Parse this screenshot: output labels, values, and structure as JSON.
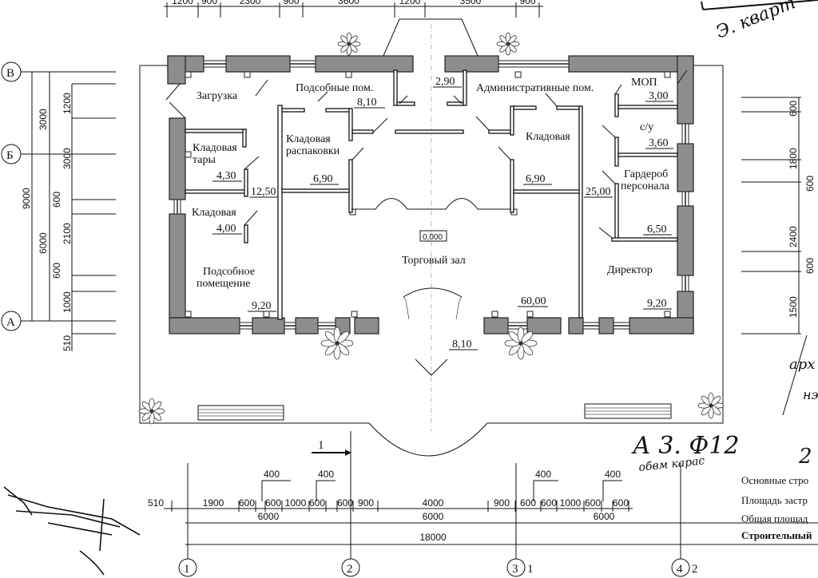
{
  "rooms": {
    "zagruzka": "Загрузка",
    "podsobnye": "Подсобные пом.",
    "podsobnye_area": "8,10",
    "small_area": "2,90",
    "admin": "Административные пом.",
    "mop": "МОП",
    "mop_area": "3,00",
    "kladovaya_tary_1": "Кладовая",
    "kladovaya_tary_2": "тары",
    "kladovaya_tary_area": "4,30",
    "corridor_area": "12,50",
    "raspakovki_1": "Кладовая",
    "raspakovki_2": "распаковки",
    "raspakovki_area": "6,90",
    "kladovaya_right": "Кладовая",
    "kladovaya_right_area": "6,90",
    "admin_corridor_area": "25,00",
    "su": "с/у",
    "su_area": "3,60",
    "garderob_1": "Гардероб",
    "garderob_2": "персонала",
    "garderob_area": "6,50",
    "kladovaya_left": "Кладовая",
    "kladovaya_left_area": "4,00",
    "level_mark": "0,000",
    "torgovy_zal": "Торговый зал",
    "torgovy_zal_area": "60,00",
    "podsobnoe_1": "Подсобное",
    "podsobnoe_2": "помещение",
    "podsobnoe_area": "9,20",
    "direktor": "Директор",
    "direktor_area": "9,20",
    "tambur_area": "8,10"
  },
  "axes": {
    "rows": [
      "В",
      "Б",
      "А"
    ],
    "cols": [
      "1",
      "2",
      "3",
      "4"
    ],
    "section_mark": "1",
    "extra_marks": [
      "1",
      "2"
    ]
  },
  "dims": {
    "top": [
      "1200",
      "900",
      "2300",
      "900",
      "3600",
      "1200",
      "3500",
      "900"
    ],
    "left_outer": "9000",
    "left_mid": [
      "3000",
      "6000"
    ],
    "left_inner": [
      "1200",
      "3000",
      "600",
      "2100",
      "600",
      "1000",
      "510"
    ],
    "right": [
      "600",
      "1800",
      "600",
      "2400",
      "600",
      "1500"
    ],
    "bottom_row": [
      "510",
      "1900",
      "600",
      "600",
      "1000",
      "600",
      "600",
      "900",
      "4000",
      "900",
      "600",
      "600",
      "1000",
      "600",
      "600"
    ],
    "bottom_400": [
      "400",
      "400",
      "400",
      "400"
    ],
    "bottom_axes": [
      "6000",
      "6000",
      "6000"
    ],
    "bottom_total": "18000"
  },
  "legend": [
    "Основные стро",
    "Площадь застр",
    "Общая площад",
    "Строительный"
  ],
  "handwriting": {
    "main": "А 3.  Ф12",
    "num": "2",
    "sub": "обвм карас",
    "top_right": "Э. кварт",
    "right_1": "арх",
    "right_2": "нэ"
  }
}
